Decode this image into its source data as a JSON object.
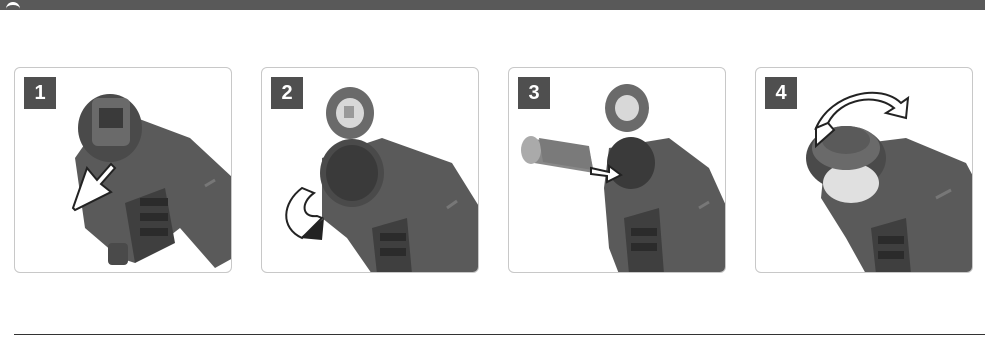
{
  "steps": [
    {
      "number": "1",
      "description": "lift-cap"
    },
    {
      "number": "2",
      "description": "rotate-open-cap"
    },
    {
      "number": "3",
      "description": "insert-battery"
    },
    {
      "number": "4",
      "description": "rotate-close-cap"
    }
  ],
  "colors": {
    "body": "#5a5a5a",
    "body_dark": "#3f3f3f",
    "badge": "#4f4f4f",
    "panel_border": "#c8c8c8",
    "top_bar": "#595959"
  }
}
